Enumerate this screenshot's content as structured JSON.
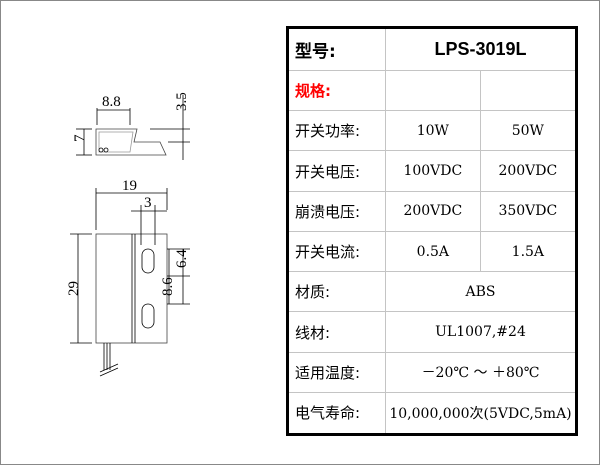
{
  "drawing": {
    "dims": {
      "top_width": "8.8",
      "top_height": "7",
      "step": "3.5",
      "width": "19",
      "slot": "3",
      "height": "29",
      "hole_a": "6.4",
      "hole_b": "8.6"
    }
  },
  "table": {
    "model_label": "型号:",
    "model_value": "LPS-3019L",
    "spec_label": "规格:",
    "spec_color": "#ff0000",
    "rows": [
      {
        "label": "开关功率:",
        "v1": "10W",
        "v2": "50W"
      },
      {
        "label": "开关电压:",
        "v1": "100VDC",
        "v2": "200VDC"
      },
      {
        "label": "崩溃电压:",
        "v1": "200VDC",
        "v2": "350VDC"
      },
      {
        "label": "开关电流:",
        "v1": "0.5A",
        "v2": "1.5A"
      }
    ],
    "material": {
      "label": "材质:",
      "value": "ABS"
    },
    "wire": {
      "label": "线材:",
      "value": "UL1007,#24"
    },
    "temp": {
      "label": "适用温度:",
      "value": "－20℃ ～ ＋80℃"
    },
    "life": {
      "label": "电气寿命:",
      "value": "10,000,000次(5VDC,5mA)"
    }
  }
}
